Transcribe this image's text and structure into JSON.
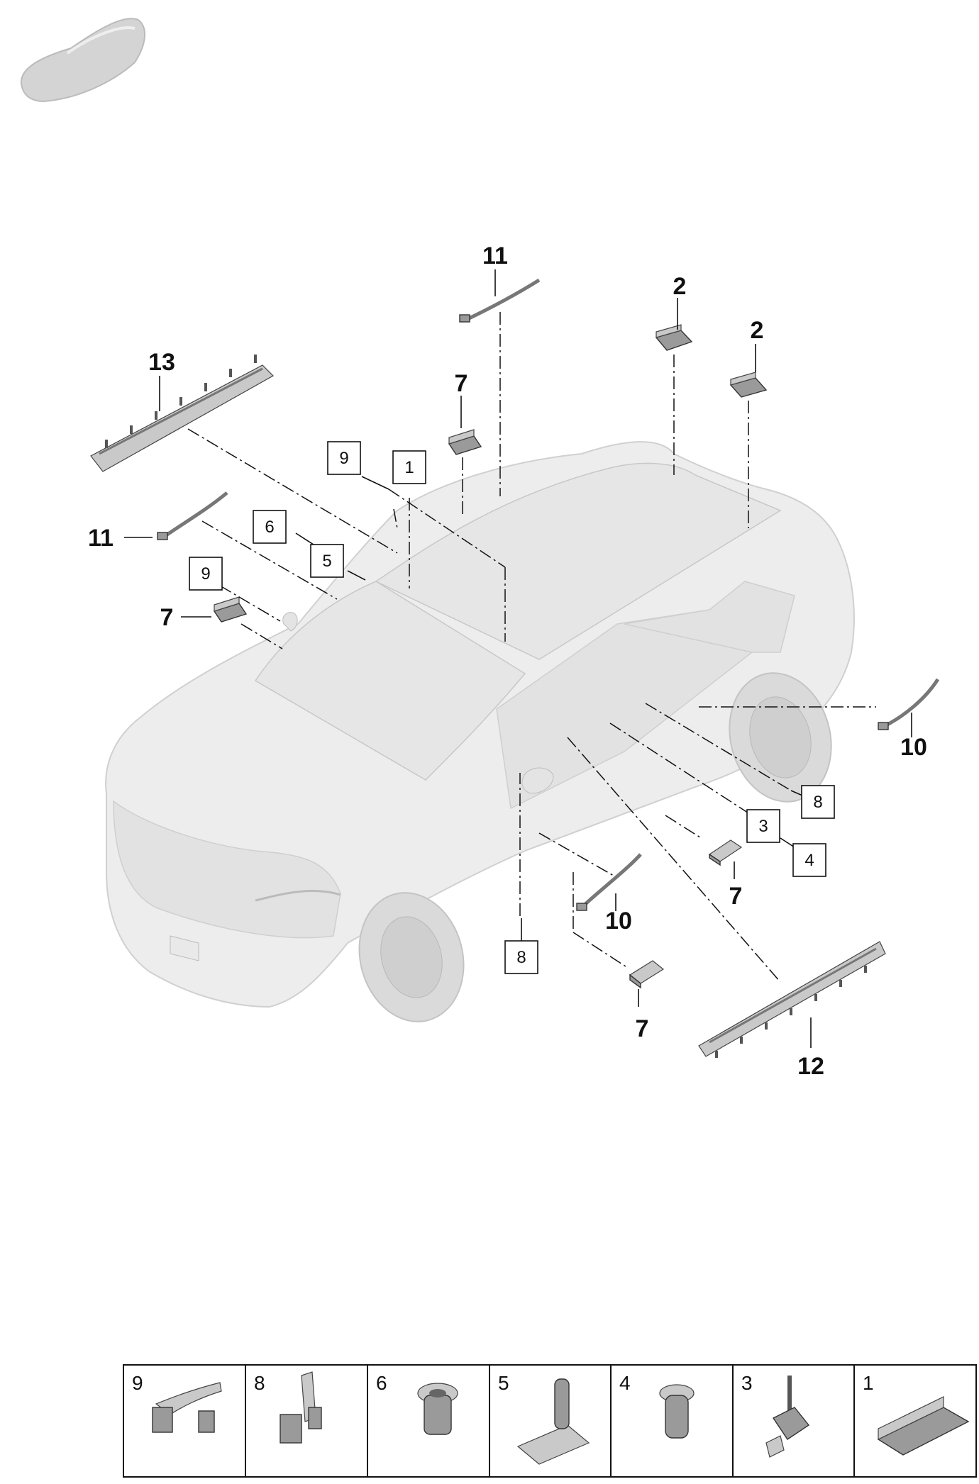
{
  "callouts": {
    "c11_top": "11",
    "c2_a": "2",
    "c2_b": "2",
    "c13": "13",
    "c7_top": "7",
    "c11_left": "11",
    "c7_left": "7",
    "c10_right": "10",
    "c7_mid": "7",
    "c10_bottom": "10",
    "c7_bottom": "7",
    "c12": "12"
  },
  "boxed_callouts": {
    "b9_top": "9",
    "b1": "1",
    "b6": "6",
    "b5": "5",
    "b9_left": "9",
    "b8_right": "8",
    "b3": "3",
    "b4": "4",
    "b8_bottom": "8"
  },
  "legend": [
    {
      "number": "9",
      "icon": "bracket-harness-icon"
    },
    {
      "number": "8",
      "icon": "angled-bracket-icon"
    },
    {
      "number": "6",
      "icon": "grommet-icon"
    },
    {
      "number": "5",
      "icon": "sensor-plate-icon"
    },
    {
      "number": "4",
      "icon": "plug-icon"
    },
    {
      "number": "3",
      "icon": "connector-pin-icon"
    },
    {
      "number": "1",
      "icon": "control-module-icon"
    }
  ]
}
